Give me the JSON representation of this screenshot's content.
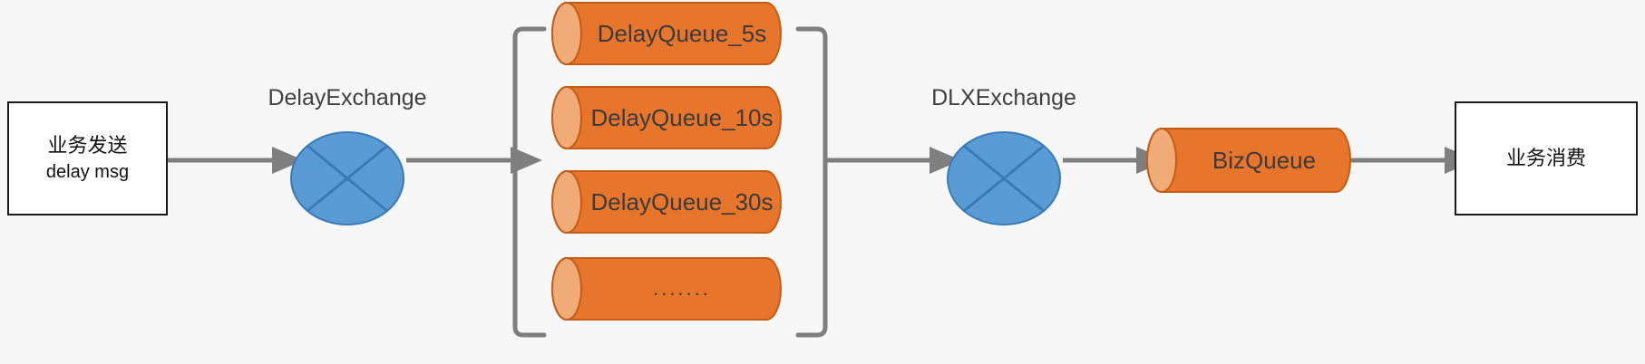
{
  "diagram": {
    "title": "RabbitMQ delay message flow via delay queues and DLX",
    "background": "#f7f7f7",
    "colors": {
      "queue_fill": "#e8752c",
      "queue_cap": "#f0ab77",
      "queue_stroke": "#c35c17",
      "exchange_fill": "#5b9bd5",
      "exchange_stroke": "#3a7ab5",
      "connector": "#7f7f7f",
      "box_stroke": "#1a1a1a",
      "text": "#3b3b3b"
    }
  },
  "producer": {
    "name": "producer-box",
    "line1": "业务发送",
    "line2": "delay msg"
  },
  "delay_exchange": {
    "name": "delay-exchange",
    "label": "DelayExchange",
    "shape": "circle-with-cross"
  },
  "delay_queues": {
    "group_label": "",
    "items": [
      {
        "label": "DelayQueue_5s",
        "is_ellipsis": false
      },
      {
        "label": "DelayQueue_10s",
        "is_ellipsis": false
      },
      {
        "label": "DelayQueue_30s",
        "is_ellipsis": false
      },
      {
        "label": ".......",
        "is_ellipsis": true
      }
    ]
  },
  "dlx_exchange": {
    "name": "dlx-exchange",
    "label": "DLXExchange",
    "shape": "circle-with-cross"
  },
  "biz_queue": {
    "name": "biz-queue",
    "label": "BizQueue"
  },
  "consumer": {
    "name": "consumer-box",
    "line1": "业务消费"
  },
  "connectors": [
    {
      "name": "producer-to-delay-exchange",
      "from": "producer-box",
      "to": "delay-exchange",
      "arrow": true
    },
    {
      "name": "delay-exchange-to-queue-group",
      "from": "delay-exchange",
      "to": "delay-queue-group",
      "arrow": false
    },
    {
      "name": "queue-group-to-dlx-exchange",
      "from": "delay-queue-group",
      "to": "dlx-exchange",
      "arrow": true
    },
    {
      "name": "dlx-exchange-to-biz-queue",
      "from": "dlx-exchange",
      "to": "biz-queue",
      "arrow": true
    },
    {
      "name": "biz-queue-to-consumer",
      "from": "biz-queue",
      "to": "consumer-box",
      "arrow": true
    }
  ]
}
